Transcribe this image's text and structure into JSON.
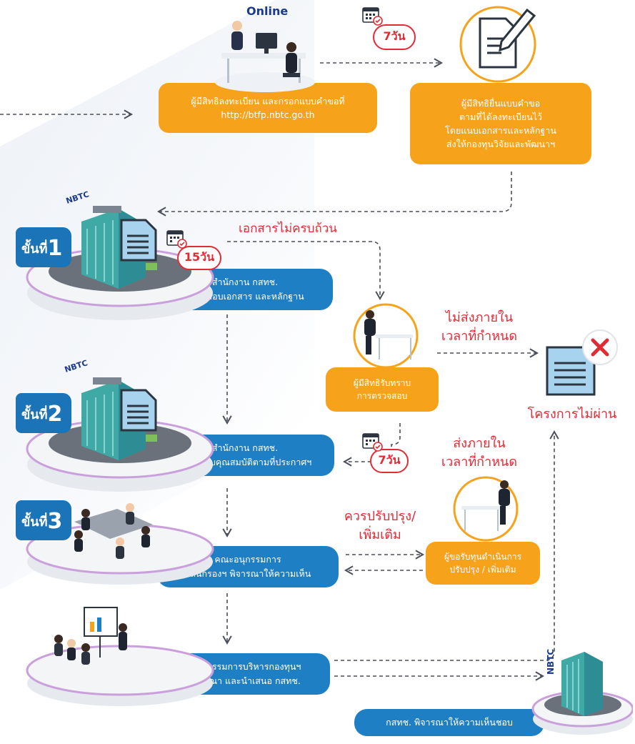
{
  "online_label": "Online",
  "nbtc_label": "NBTC",
  "boxes": {
    "register": [
      "ผู้มีสิทธิลงทะเบียน และกรอกแบบคำขอที่",
      "http://btfp.nbtc.go.th"
    ],
    "submit": [
      "ผู้มีสิทธิยื่นแบบคำขอ",
      "ตามที่ได้ลงทะเบียนไว้",
      "โดยแนบเอกสารและหลักฐาน",
      "ส่งให้กองทุนวิจัยและพัฒนาฯ"
    ],
    "office_check_docs": [
      "สำนักงาน กสทช.",
      "ตรวจสอบเอกสาร และหลักฐาน"
    ],
    "applicant_ack": [
      "ผู้มีสิทธิรับทราบ",
      "การตรวจสอบ"
    ],
    "office_check_quals": [
      "สำนักงาน กสทช.",
      "ตรวจสอบคุณสมบัติตามที่ประกาศฯ"
    ],
    "subcommittee": [
      "คณะอนุกรรมการ",
      "กลั่นกรองฯ พิจารณาให้ความเห็น"
    ],
    "grantee_revise": [
      "ผู้ขอรับทุนดำเนินการ",
      "ปรับปรุง / เพิ่มเติม"
    ],
    "fund_committee": [
      "คณะกรรมการบริหารกองทุนฯ",
      "พิจารณา และนำเสนอ กสทช."
    ],
    "nbtc_approve": [
      "กสทช. พิจารณาให้ความเห็นชอบ"
    ]
  },
  "labels": {
    "incomplete_docs": "เอกสารไม่ครบถ้วน",
    "not_submitted_in_time": [
      "ไม่ส่งภายใน",
      "เวลาที่กำหนด"
    ],
    "project_failed": "โครงการไม่ผ่าน",
    "submitted_in_time": [
      "ส่งภายใน",
      "เวลาที่กำหนด"
    ],
    "should_revise": [
      "ควรปรับปรุง/",
      "เพิ่มเติม"
    ]
  },
  "badges": {
    "days_7_top": "7วัน",
    "days_15": "15วัน",
    "days_7_mid": "7วัน"
  },
  "steps": [
    {
      "prefix": "ขั้นที่",
      "num": "1"
    },
    {
      "prefix": "ขั้นที่",
      "num": "2"
    },
    {
      "prefix": "ขั้นที่",
      "num": "3"
    }
  ],
  "colors": {
    "orange": "#f6a31b",
    "blue": "#1f7fc4",
    "red": "#e32b35",
    "navy": "#1b3a8c",
    "dash": "#4a4f5a"
  },
  "icons": [
    "calendar-check-icon",
    "document-icon",
    "reject-x-icon",
    "office-building-icon",
    "meeting-icon",
    "presentation-icon",
    "desk-worker-icon"
  ]
}
